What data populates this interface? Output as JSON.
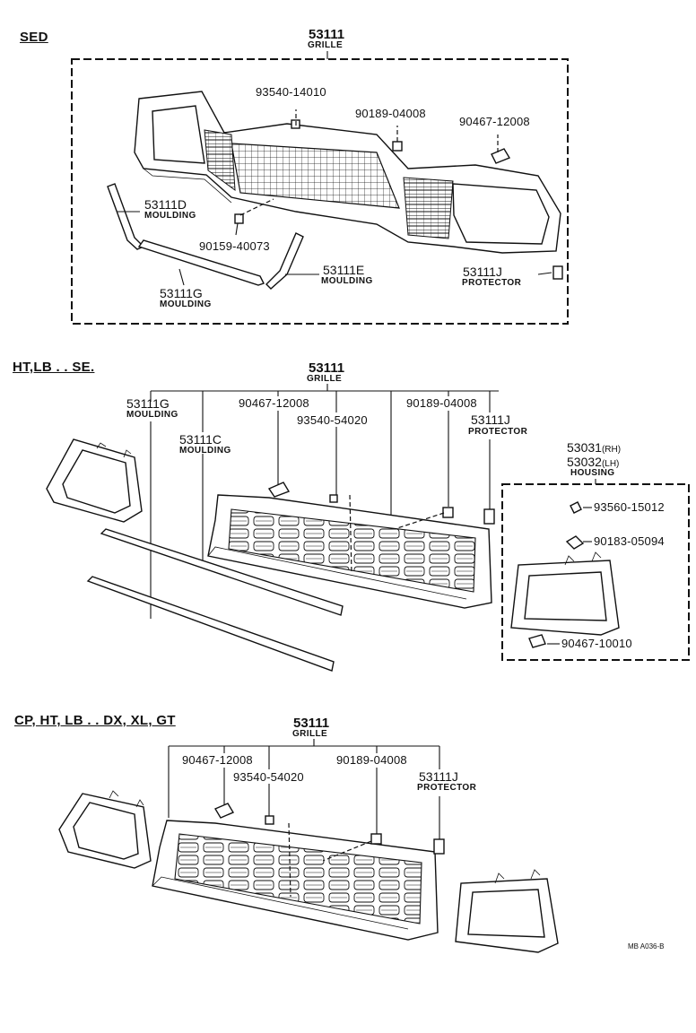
{
  "sections": {
    "sed": "SED",
    "ht_lb_se": "HT,LB . . SE.",
    "cp_ht_lb": "CP, HT, LB . . DX, XL, GT"
  },
  "sed": {
    "grille_no": "53111",
    "grille_name": "GRILLE",
    "p93540": "93540-14010",
    "p90189": "90189-04008",
    "p90467": "90467-12008",
    "p53111d": "53111D",
    "p53111d_name": "MOULDING",
    "p90159": "90159-40073",
    "p53111e": "53111E",
    "p53111e_name": "MOULDING",
    "p53111g": "53111G",
    "p53111g_name": "MOULDING",
    "p53111j": "53111J",
    "p53111j_name": "PROTECTOR"
  },
  "ht": {
    "grille_no": "53111",
    "grille_name": "GRILLE",
    "p53111g": "53111G",
    "p53111g_name": "MOULDING",
    "p90467": "90467-12008",
    "p93540": "93540-54020",
    "p90189": "90189-04008",
    "p53111c": "53111C",
    "p53111c_name": "MOULDING",
    "p53111j": "53111J",
    "p53111j_name": "PROTECTOR",
    "housing_rh": "53031",
    "housing_rh_tag": "(RH)",
    "housing_lh": "53032",
    "housing_lh_tag": "(LH)",
    "housing_name": "HOUSING",
    "p93560": "93560-15012",
    "p90183": "90183-05094",
    "p90467b": "90467-10010"
  },
  "cp": {
    "grille_no": "53111",
    "grille_name": "GRILLE",
    "p90467": "90467-12008",
    "p93540": "93540-54020",
    "p90189": "90189-04008",
    "p53111j": "53111J",
    "p53111j_name": "PROTECTOR"
  },
  "footer_code": "MB A036-B"
}
